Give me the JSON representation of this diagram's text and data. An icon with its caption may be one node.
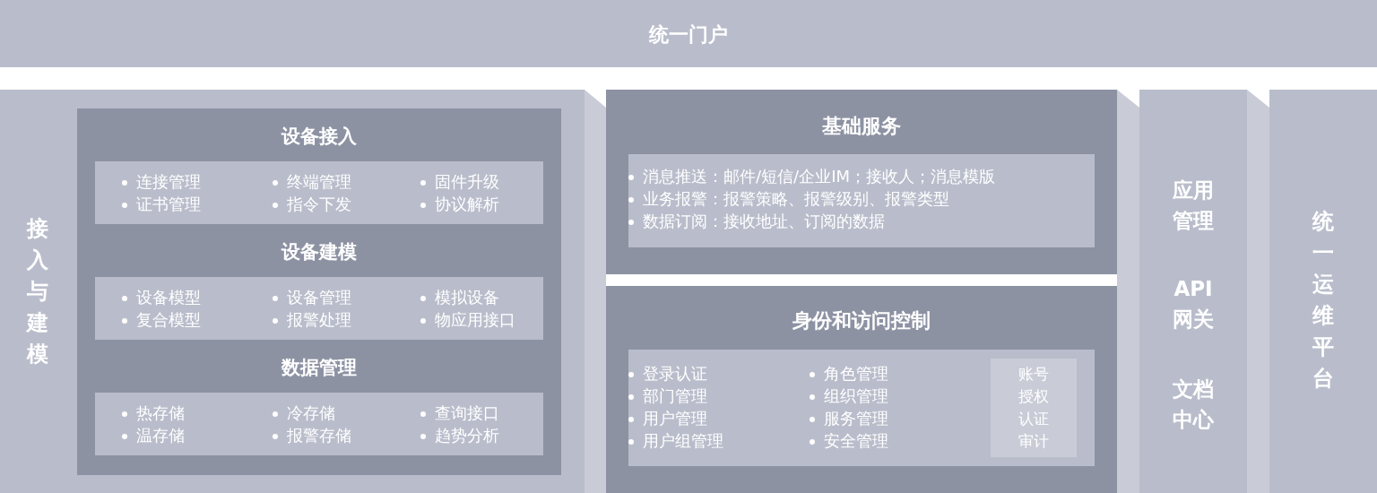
{
  "diagram": {
    "nodes": [
      {
        "text": [
          "统一门户"
        ]
      },
      {
        "text": [
          "接入与建模"
        ]
      },
      {
        "text": [],
        "shape": "box",
        "in": 1
      },
      {
        "text": [
          "设备接入",
          "连接管理",
          "终端管理",
          "固件升级",
          "证书管理",
          "指令下发",
          "协议解析"
        ],
        "in": 2
      },
      {
        "text": [
          "设备建模",
          "设备模型",
          "设备管理",
          "模拟设备",
          "复合模型",
          "报警处理",
          "物应用接口"
        ],
        "in": 2
      },
      {
        "text": [
          "数据管理",
          "热存储",
          "冷存储",
          "查询接口",
          "温存储",
          "报警存储",
          "趋势分析"
        ],
        "in": 2
      },
      {
        "text": [
          "基础服务"
        ]
      },
      {
        "text": [
          "消息推送：邮件/短信/企业IM；接收人；消息模版",
          "业务报警：报警策略、报警级别、报警类型",
          "数据订阅：接收地址、订阅的数据"
        ],
        "in": 6
      },
      {
        "text": [
          "身份和访问控制"
        ]
      },
      {
        "text": [
          "登录认证",
          "角色管理",
          "部门管理",
          "组织管理",
          "用户管理",
          "服务管理",
          "用户组管理",
          "安全管理"
        ],
        "in": 8
      },
      {
        "text": [
          "账号",
          "授权",
          "认证",
          "审计"
        ],
        "in": 9
      },
      {
        "text": [
          "应用管理",
          "API网关",
          "文档中心"
        ]
      },
      {
        "text": [
          "统一运维平台"
        ]
      }
    ]
  }
}
